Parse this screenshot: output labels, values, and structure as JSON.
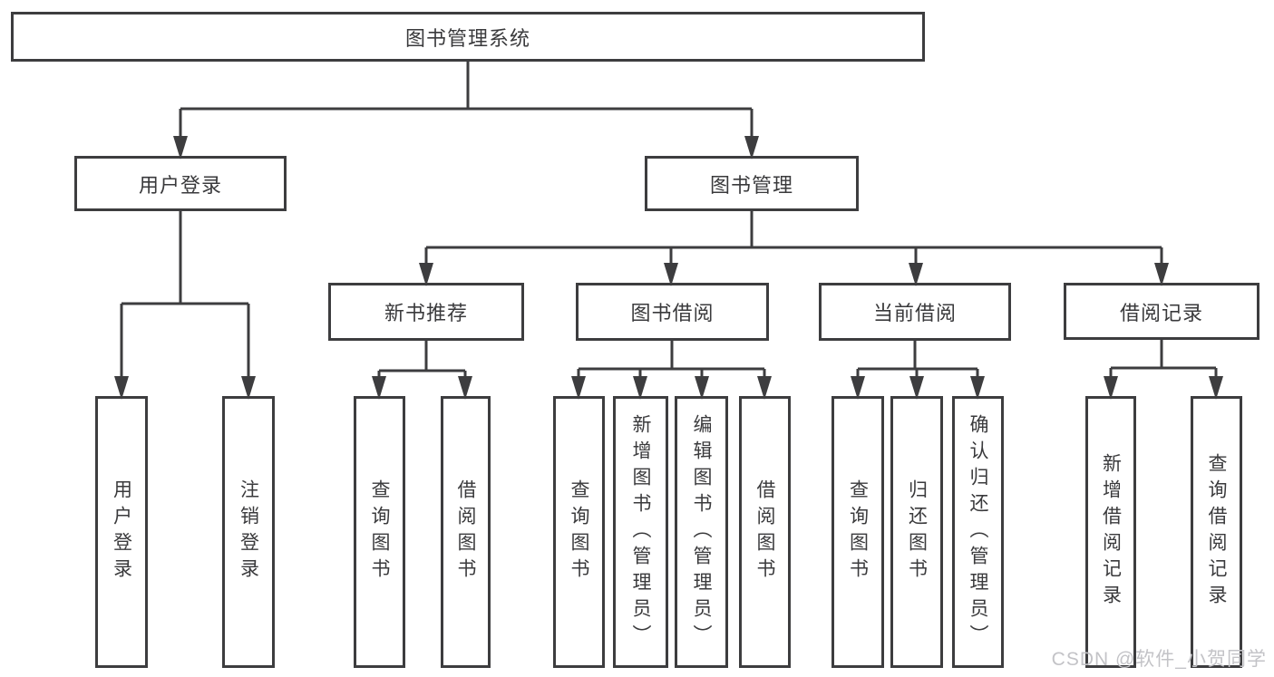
{
  "diagram": {
    "root": {
      "label": "图书管理系统"
    },
    "user_login": {
      "label": "用户登录",
      "children": [
        "用户登录",
        "注销登录"
      ]
    },
    "book_management": {
      "label": "图书管理"
    },
    "new_book_recommend": {
      "label": "新书推荐",
      "children": [
        "查询图书",
        "借阅图书"
      ]
    },
    "book_borrow": {
      "label": "图书借阅",
      "children": [
        "查询图书",
        "新增图书（管理员）",
        "编辑图书（管理员）",
        "借阅图书"
      ]
    },
    "current_borrow": {
      "label": "当前借阅",
      "children": [
        "查询图书",
        "归还图书",
        "确认归还（管理员）"
      ]
    },
    "borrow_records": {
      "label": "借阅记录",
      "children": [
        "新增借阅记录",
        "查询借阅记录"
      ]
    }
  },
  "watermark": {
    "text": "CSDN @软件_小贺同学"
  },
  "colors": {
    "line": "#3d3d3f",
    "text": "#3a3a3c",
    "watermark": "#c3c3c7",
    "background": "#ffffff"
  }
}
